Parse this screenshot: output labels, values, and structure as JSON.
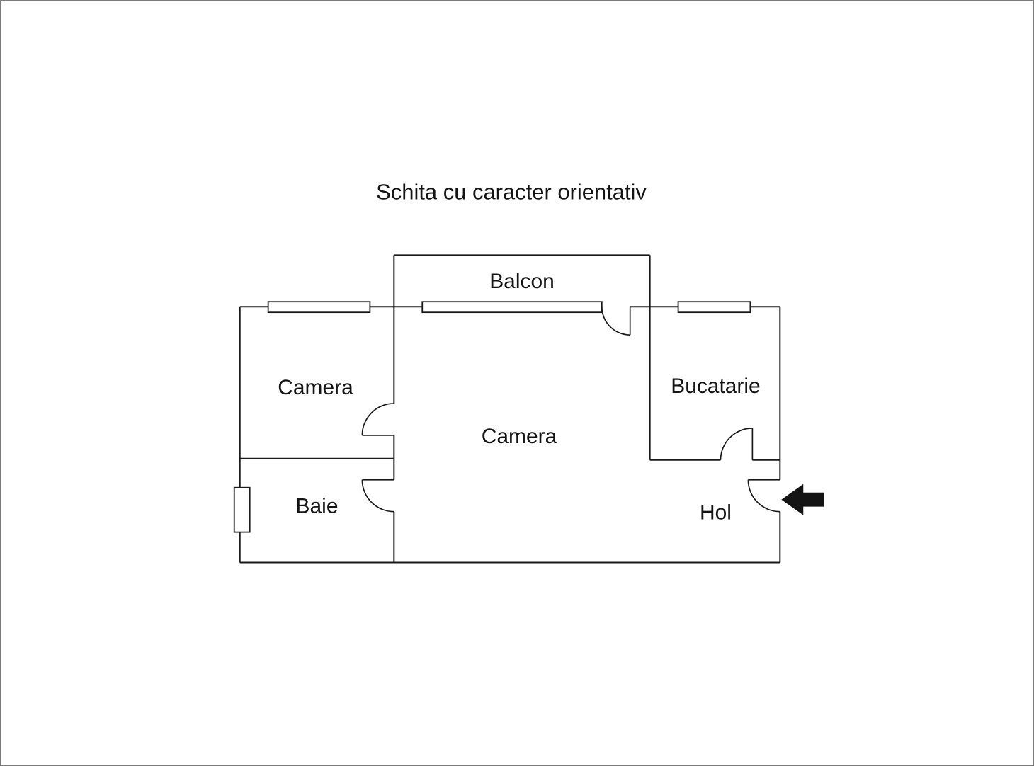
{
  "title": "Schita cu caracter orientativ",
  "rooms": {
    "balcon": "Balcon",
    "camera_left": "Camera",
    "camera_main": "Camera",
    "bucatarie": "Bucatarie",
    "baie": "Baie",
    "hol": "Hol"
  },
  "colors": {
    "line": "#1a1a1a",
    "background": "#ffffff",
    "page_border": "#7d7d7d"
  }
}
